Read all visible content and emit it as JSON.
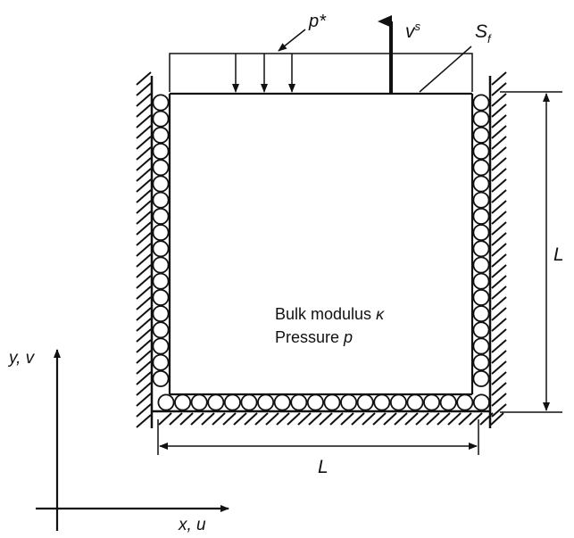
{
  "labels": {
    "p_star": "p*",
    "v_s": "v",
    "v_s_sup": "s",
    "s_f": "S",
    "s_f_sub": "f",
    "l_right": "L",
    "l_bottom": "L",
    "bulk": "Bulk modulus ",
    "kappa": "κ",
    "pressure": "Pressure ",
    "p": "p",
    "y_axis": "y, v",
    "x_axis": "x, u"
  },
  "colors": {
    "ink": "#111111",
    "background": "#ffffff"
  }
}
